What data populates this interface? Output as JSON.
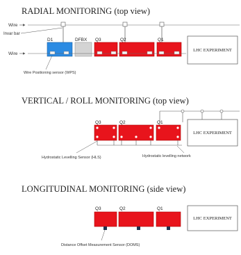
{
  "radial": {
    "title": "RADIAL MONITORING (top view)",
    "wire_label_top": "Wire",
    "invar_label": "Invar bar",
    "wire_label_bottom": "Wire",
    "wps_label": "Wire Positioning sensor (WPS)",
    "magnets": [
      "D1",
      "DFBX",
      "Q3",
      "Q2",
      "Q1"
    ],
    "experiment": "LHC EXPERIMENT"
  },
  "vertical": {
    "title": "VERTICAL / ROLL MONITORING (top view)",
    "magnets": [
      "Q3",
      "Q2",
      "Q1"
    ],
    "experiment": "LHC EXPERIMENT",
    "hls_label": "Hydrostatic Levelling Sensor (HLS)",
    "network_label": "Hydrostatic levelling network"
  },
  "longitudinal": {
    "title": "LONGITUDINAL MONITORING (side view)",
    "magnets": [
      "Q3",
      "Q2",
      "Q1"
    ],
    "experiment": "LHC EXPERIMENT",
    "doms_label": "Distance Offset Measurement Sensor (DOMS)"
  },
  "colors": {
    "magnet_red": "#e8141c",
    "d1_blue": "#2b8be3",
    "dfbx_gray": "#d4d4d4",
    "sensor_dark": "#1f3552"
  }
}
